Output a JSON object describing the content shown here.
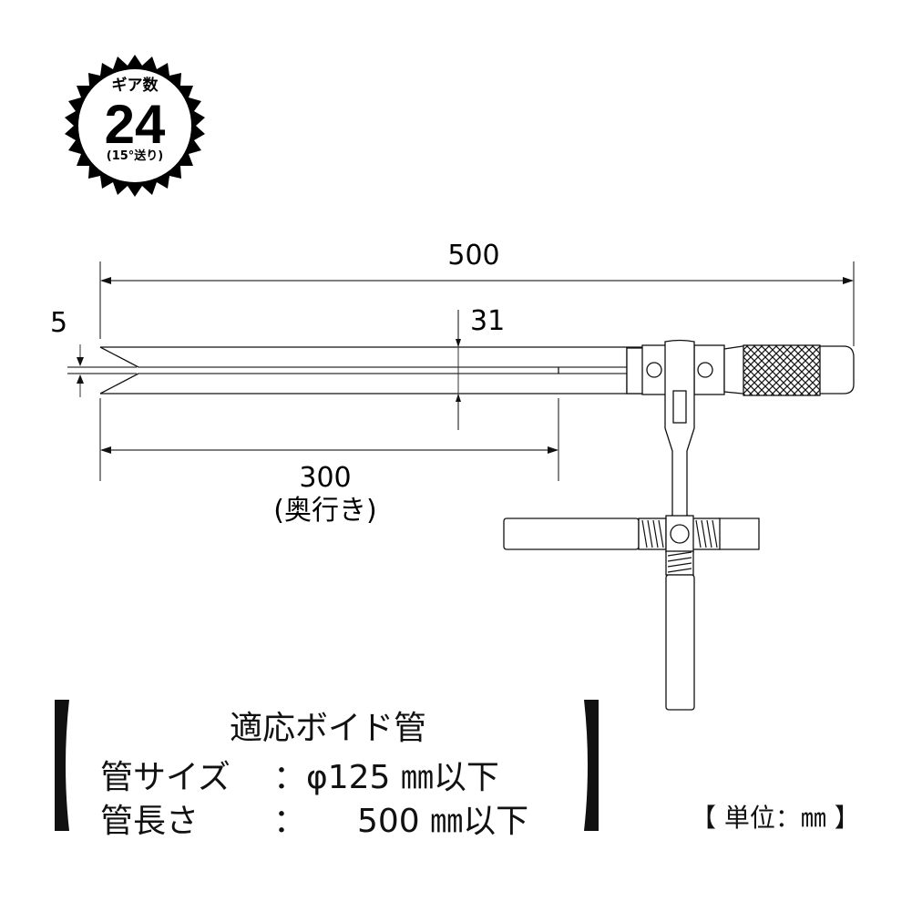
{
  "badge": {
    "title": "ギア数",
    "value": "24",
    "subtitle": "(15°送り)"
  },
  "dimensions": {
    "overall_length": "500",
    "tip_gap": "5",
    "blade_height": "31",
    "insertion_depth": "300",
    "insertion_depth_label": "(奥行き)"
  },
  "spec_box": {
    "heading": "適応ボイド管",
    "rows": [
      {
        "label": "管サイズ",
        "colon": "：",
        "value": "φ125 ㎜以下"
      },
      {
        "label": "管長さ",
        "colon": "：",
        "value": "500 ㎜以下"
      }
    ]
  },
  "unit_note": "【 単位：㎜ 】",
  "colors": {
    "line": "#111111",
    "dim_line": "#555555",
    "background": "#ffffff"
  }
}
